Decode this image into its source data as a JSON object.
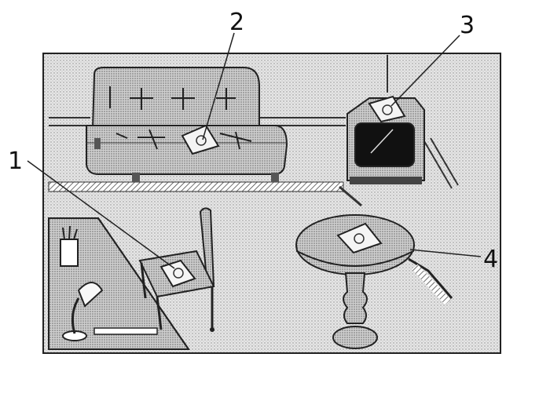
{
  "callouts": {
    "chair": "1",
    "sofa": "2",
    "tv": "3",
    "table": "4"
  }
}
